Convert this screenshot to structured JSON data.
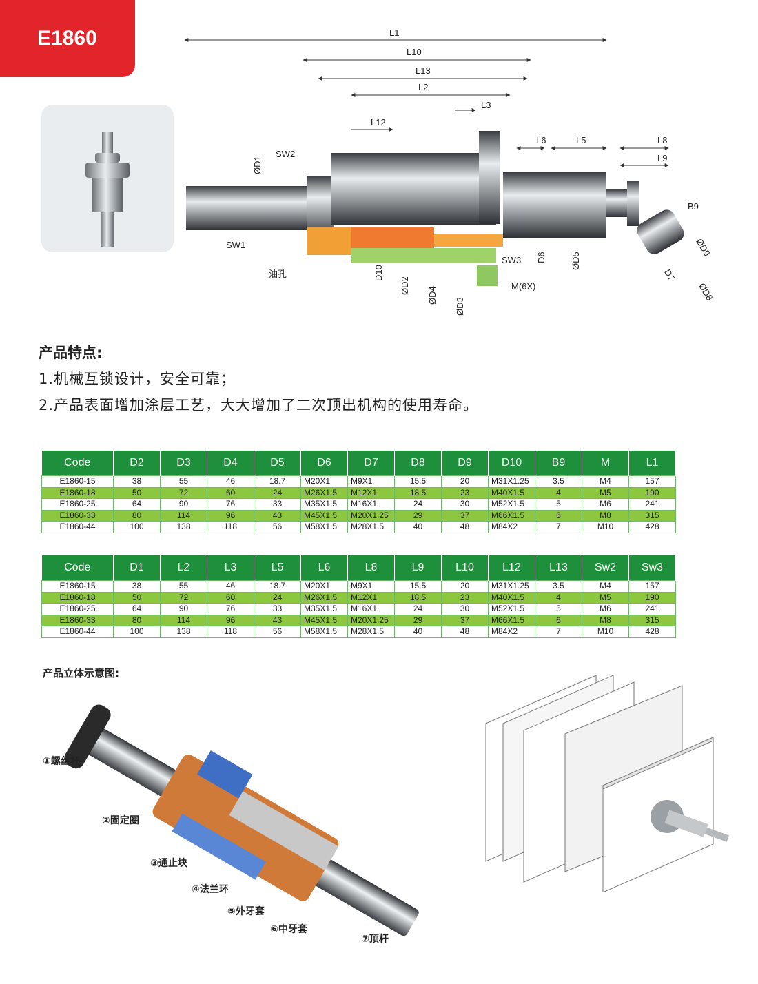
{
  "header": {
    "code": "E1860"
  },
  "drawing": {
    "labels": {
      "l1": "L1",
      "l10": "L10",
      "l13": "L13",
      "l2": "L2",
      "l3": "L3",
      "l12": "L12",
      "l6": "L6",
      "l5": "L5",
      "l8": "L8",
      "l9": "L9",
      "b9": "B9",
      "d1": "ØD1",
      "sw2": "SW2",
      "sw1": "SW1",
      "oil": "油孔",
      "d10": "D10",
      "d2": "ØD2",
      "d4": "ØD4",
      "d3": "ØD3",
      "sw3": "SW3",
      "d6": "D6",
      "d5": "ØD5",
      "m6x": "M(6X)",
      "d9": "ØD9",
      "d7": "D7",
      "d8": "ØD8"
    }
  },
  "features": {
    "title": "产品特点:",
    "items": [
      "1.机械互锁设计，安全可靠；",
      "2.产品表面增加涂层工艺，大大增加了二次顶出机构的使用寿命。"
    ]
  },
  "table1": {
    "headers": [
      "Code",
      "D2",
      "D3",
      "D4",
      "D5",
      "D6",
      "D7",
      "D8",
      "D9",
      "D10",
      "B9",
      "M",
      "L1"
    ],
    "rows": [
      [
        "E1860-15",
        "38",
        "55",
        "46",
        "18.7",
        "M20X1",
        "M9X1",
        "15.5",
        "20",
        "M31X1.25",
        "3.5",
        "M4",
        "157"
      ],
      [
        "E1860-18",
        "50",
        "72",
        "60",
        "24",
        "M26X1.5",
        "M12X1",
        "18.5",
        "23",
        "M40X1.5",
        "4",
        "M5",
        "190"
      ],
      [
        "E1860-25",
        "64",
        "90",
        "76",
        "33",
        "M35X1.5",
        "M16X1",
        "24",
        "30",
        "M52X1.5",
        "5",
        "M6",
        "241"
      ],
      [
        "E1860-33",
        "80",
        "114",
        "96",
        "43",
        "M45X1.5",
        "M20X1.25",
        "29",
        "37",
        "M66X1.5",
        "6",
        "M8",
        "315"
      ],
      [
        "E1860-44",
        "100",
        "138",
        "118",
        "56",
        "M58X1.5",
        "M28X1.5",
        "40",
        "48",
        "M84X2",
        "7",
        "M10",
        "428"
      ]
    ]
  },
  "table2": {
    "headers": [
      "Code",
      "D1",
      "L2",
      "L3",
      "L5",
      "L6",
      "L8",
      "L9",
      "L10",
      "L12",
      "L13",
      "Sw2",
      "Sw3"
    ],
    "rows": [
      [
        "E1860-15",
        "38",
        "55",
        "46",
        "18.7",
        "M20X1",
        "M9X1",
        "15.5",
        "20",
        "M31X1.25",
        "3.5",
        "M4",
        "157"
      ],
      [
        "E1860-18",
        "50",
        "72",
        "60",
        "24",
        "M26X1.5",
        "M12X1",
        "18.5",
        "23",
        "M40X1.5",
        "4",
        "M5",
        "190"
      ],
      [
        "E1860-25",
        "64",
        "90",
        "76",
        "33",
        "M35X1.5",
        "M16X1",
        "24",
        "30",
        "M52X1.5",
        "5",
        "M6",
        "241"
      ],
      [
        "E1860-33",
        "80",
        "114",
        "96",
        "43",
        "M45X1.5",
        "M20X1.25",
        "29",
        "37",
        "M66X1.5",
        "6",
        "M8",
        "315"
      ],
      [
        "E1860-44",
        "100",
        "138",
        "118",
        "56",
        "M58X1.5",
        "M28X1.5",
        "40",
        "48",
        "M84X2",
        "7",
        "M10",
        "428"
      ]
    ]
  },
  "diagram": {
    "title": "产品立体示意图:",
    "parts": [
      "①螺丝杆",
      "②固定圈",
      "③通止块",
      "④法兰环",
      "⑤外牙套",
      "⑥中牙套",
      "⑦顶杆"
    ]
  },
  "colors": {
    "brand_red": "#e2242b",
    "header_green": "#1e8f3a",
    "row_green": "#8dc63f"
  }
}
